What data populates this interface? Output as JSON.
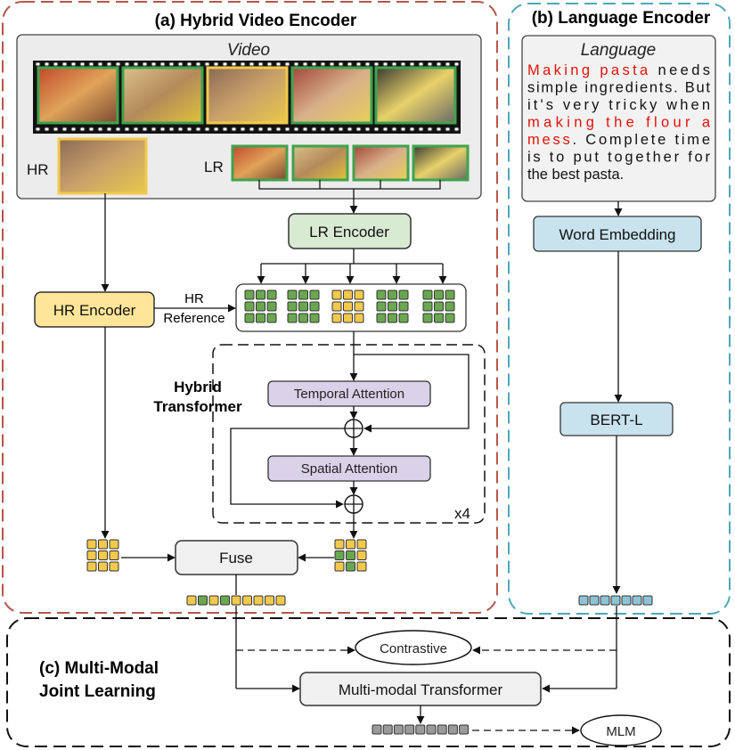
{
  "sections": {
    "video_encoder": "(a) Hybrid Video Encoder",
    "language_encoder": "(b) Language Encoder",
    "joint_learning_line1": "(c) Multi-Modal",
    "joint_learning_line2": "Joint Learning"
  },
  "video_panel": {
    "title": "Video",
    "hr_label": "HR",
    "lr_label": "LR"
  },
  "video_frames": [
    "frame-1",
    "frame-2",
    "frame-3-hr",
    "frame-4",
    "frame-5"
  ],
  "modules": {
    "lr_encoder": "LR Encoder",
    "hr_encoder": "HR Encoder",
    "hr_reference_line1": "HR",
    "hr_reference_line2": "Reference",
    "hybrid_transformer_line1": "Hybrid",
    "hybrid_transformer_line2": "Transformer",
    "temporal_attention": "Temporal Attention",
    "spatial_attention": "Spatial Attention",
    "repeat": "x4",
    "fuse": "Fuse",
    "word_embedding": "Word Embedding",
    "bert": "BERT-L",
    "contrastive": "Contrastive",
    "multimodal_transformer": "Multi-modal Transformer",
    "mlm": "MLM"
  },
  "language_panel": {
    "title": "Language",
    "lines": [
      [
        {
          "text": "Making pasta",
          "highlight": true
        },
        {
          "text": " needs",
          "highlight": false
        }
      ],
      [
        {
          "text": "simple ingredients. But",
          "highlight": false
        }
      ],
      [
        {
          "text": "it's very tricky when",
          "highlight": false
        }
      ],
      [
        {
          "text": "making the flour a",
          "highlight": true
        }
      ],
      [
        {
          "text": "mess",
          "highlight": true
        },
        {
          "text": ". Complete time",
          "highlight": false
        }
      ],
      [
        {
          "text": "is to put together for",
          "highlight": false
        }
      ],
      [
        {
          "text": "the best pasta.",
          "highlight": false
        }
      ]
    ]
  },
  "colors": {
    "video_border": "#b4574a",
    "language_border": "#4ea8b8",
    "hr_token": "#f2c94c",
    "lr_token": "#6aa84f",
    "language_token": "#8ec3d6",
    "joint_token": "#9a9a9a",
    "highlight_text": "#e3120b",
    "lr_encoder_fill": "#d9ead3",
    "hr_encoder_fill": "#ffe599",
    "attention_fill": "#d9d2e9",
    "word_embedding_fill": "#c9e3ee"
  }
}
